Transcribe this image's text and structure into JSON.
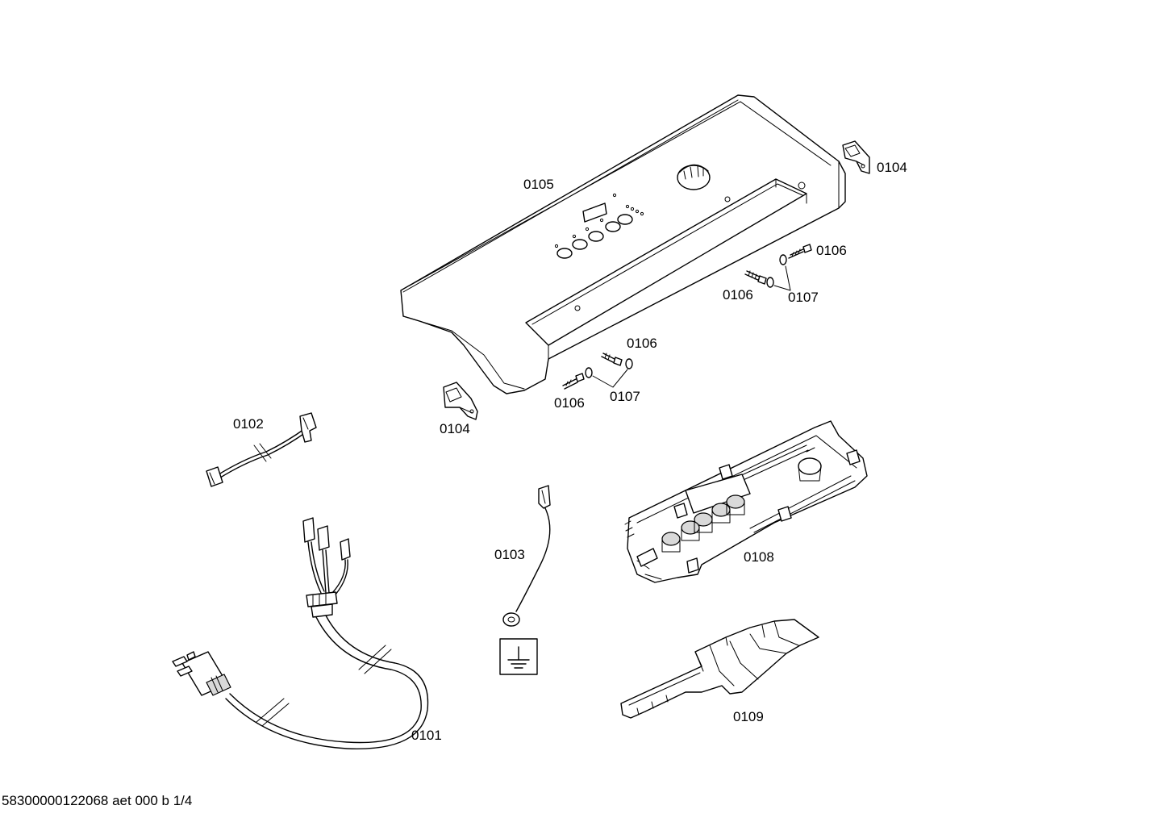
{
  "labels": {
    "p0101": "0101",
    "p0102": "0102",
    "p0103": "0103",
    "p0104_left": "0104",
    "p0104_right": "0104",
    "p0105": "0105",
    "p0106_a": "0106",
    "p0106_b": "0106",
    "p0106_c": "0106",
    "p0106_d": "0106",
    "p0107_a": "0107",
    "p0107_b": "0107",
    "p0108": "0108",
    "p0109": "0109"
  },
  "footer": {
    "code": "58300000122068 aet 000 b 1/4"
  },
  "icons": {
    "ground": "ground-symbol-icon"
  }
}
